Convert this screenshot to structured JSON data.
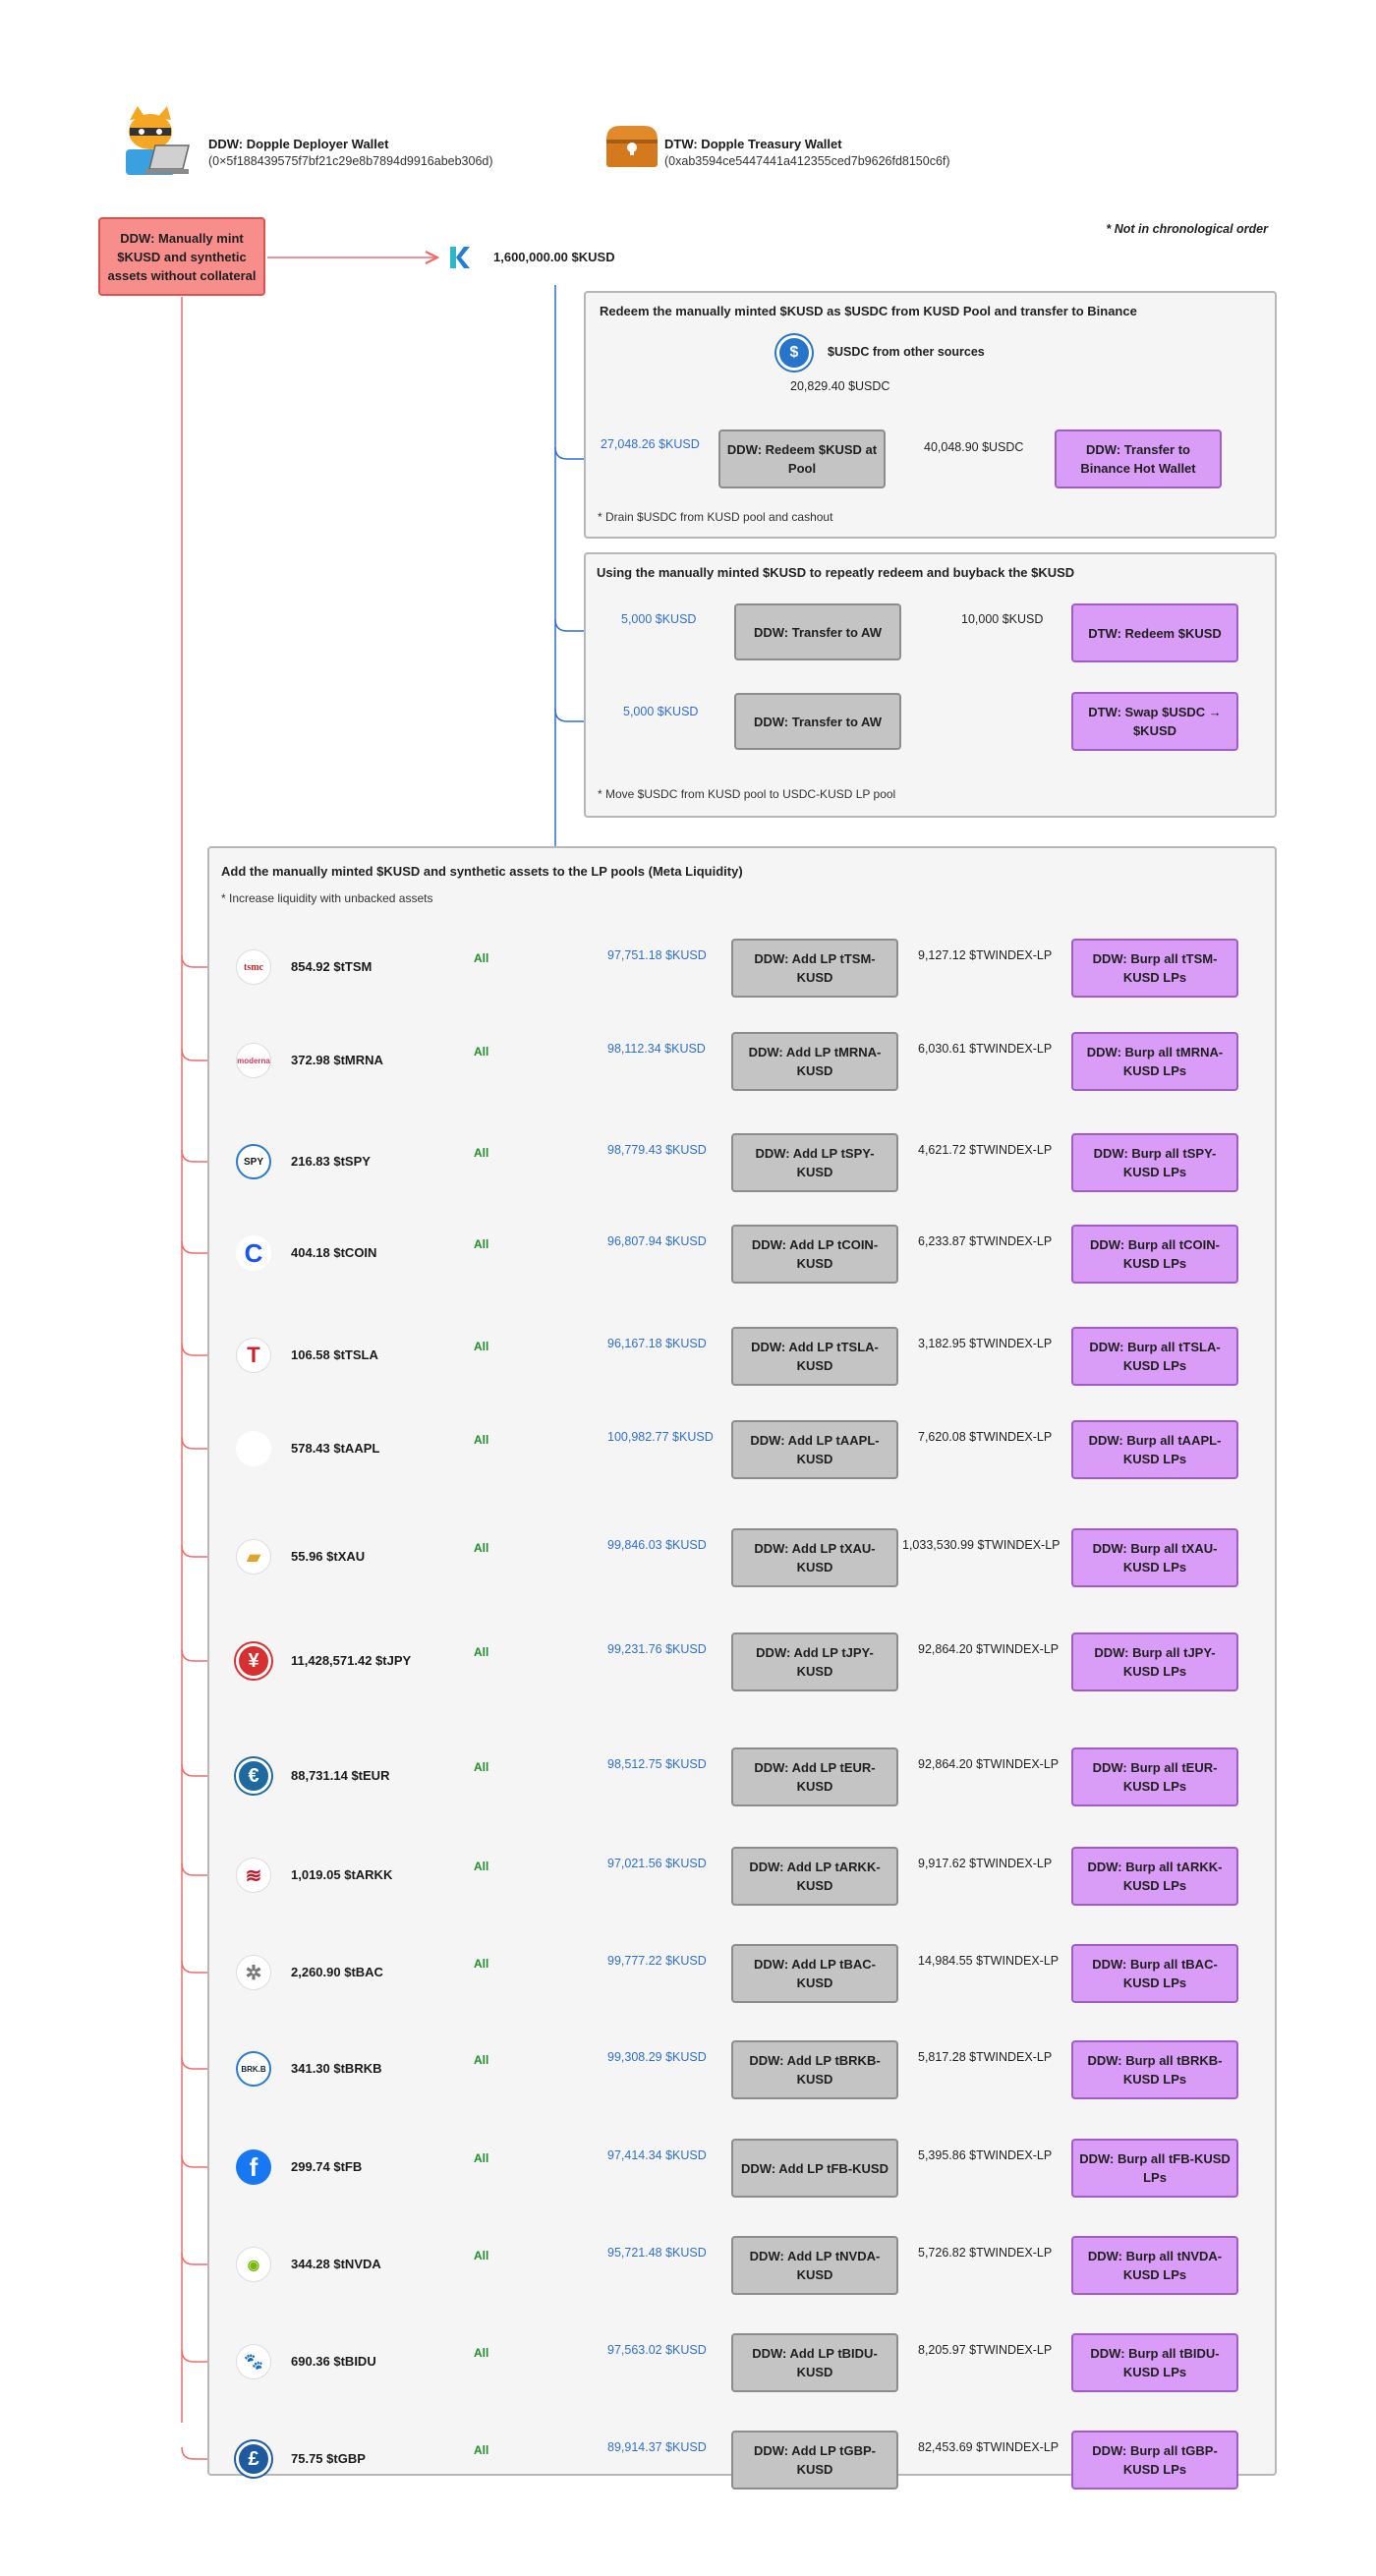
{
  "legend": {
    "ddw_title": "DDW: Dopple Deployer Wallet",
    "ddw_addr": "(0×5f188439575f7bf21c29e8b7894d9916abeb306d)",
    "dtw_title": "DTW: Dopple Treasury Wallet",
    "dtw_addr": "(0xab3594ce5447441a412355ced7b9626fd8150c6f)"
  },
  "order_note": "* Not in chronological order",
  "mint_box": "DDW: Manually mint $KUSD and synthetic assets without collateral",
  "kusd_total": "1,600,000.00 $KUSD",
  "colors": {
    "blue": "#2f6fd3",
    "green": "#1f8f2a",
    "red": "#ef6b6b",
    "purple": "#c07ae0",
    "gray": "#9a9a9a"
  },
  "section1": {
    "title": "Redeem the manually minted $KUSD as $USDC from KUSD Pool and transfer to Binance",
    "usdc_label": "$USDC from other sources",
    "usdc_amount": "20,829.40 $USDC",
    "in_amount": "27,048.26 $KUSD",
    "redeem_box": "DDW: Redeem $KUSD at Pool",
    "out_amount": "40,048.90 $USDC",
    "binance_box": "DDW: Transfer to Binance Hot Wallet",
    "note": "* Drain $USDC from KUSD pool and cashout"
  },
  "section2": {
    "title": "Using the manually minted $KUSD to repeatly redeem and buyback the $KUSD",
    "amount1": "5,000 $KUSD",
    "amount2": "5,000 $KUSD",
    "transfer1": "DDW: Transfer to AW",
    "transfer2": "DDW: Transfer to AW",
    "merged": "10,000 $KUSD",
    "redeem": "DTW: Redeem $KUSD",
    "swap": "DTW: Swap $USDC → $KUSD",
    "note": "* Move $USDC from KUSD pool to USDC-KUSD LP pool"
  },
  "section3": {
    "title": "Add the manually minted $KUSD and synthetic assets to the LP pools (Meta Liquidity)",
    "note": "* Increase liquidity with unbacked assets",
    "all_label": "All",
    "rows": [
      {
        "icon": "tsmc-icon",
        "glyph": "tsmc",
        "amount": "854.92 $tTSM",
        "kusd": "97,751.18 $KUSD",
        "add": "DDW: Add LP tTSM-KUSD",
        "lp": "9,127.12 $TWINDEX-LP",
        "burp": "DDW: Burp all tTSM-KUSD LPs"
      },
      {
        "icon": "moderna-icon",
        "glyph": "moderna",
        "amount": "372.98 $tMRNA",
        "kusd": "98,112.34 $KUSD",
        "add": "DDW: Add LP tMRNA-KUSD",
        "lp": "6,030.61 $TWINDEX-LP",
        "burp": "DDW: Burp all tMRNA-KUSD LPs"
      },
      {
        "icon": "spy-icon",
        "glyph": "SPY",
        "amount": "216.83 $tSPY",
        "kusd": "98,779.43 $KUSD",
        "add": "DDW: Add LP tSPY-KUSD",
        "lp": "4,621.72 $TWINDEX-LP",
        "burp": "DDW: Burp all tSPY-KUSD LPs"
      },
      {
        "icon": "coinbase-icon",
        "glyph": "C",
        "amount": "404.18 $tCOIN",
        "kusd": "96,807.94 $KUSD",
        "add": "DDW: Add LP tCOIN-KUSD",
        "lp": "6,233.87 $TWINDEX-LP",
        "burp": "DDW: Burp all tCOIN-KUSD LPs"
      },
      {
        "icon": "tesla-icon",
        "glyph": "T",
        "amount": "106.58 $tTSLA",
        "kusd": "96,167.18 $KUSD",
        "add": "DDW: Add LP tTSLA-KUSD",
        "lp": "3,182.95 $TWINDEX-LP",
        "burp": "DDW: Burp all tTSLA-KUSD LPs"
      },
      {
        "icon": "apple-icon",
        "glyph": "",
        "amount": "578.43 $tAAPL",
        "kusd": "100,982.77 $KUSD",
        "add": "DDW: Add LP tAAPL-KUSD",
        "lp": "7,620.08 $TWINDEX-LP",
        "burp": "DDW: Burp all tAAPL-KUSD LPs"
      },
      {
        "icon": "gold-icon",
        "glyph": "▰",
        "amount": "55.96 $tXAU",
        "kusd": "99,846.03 $KUSD",
        "add": "DDW: Add LP tXAU-KUSD",
        "lp": "1,033,530.99 $TWINDEX-LP",
        "burp": "DDW: Burp all tXAU-KUSD LPs"
      },
      {
        "icon": "yen-icon",
        "glyph": "¥",
        "amount": "11,428,571.42 $tJPY",
        "kusd": "99,231.76 $KUSD",
        "add": "DDW: Add LP tJPY-KUSD",
        "lp": "92,864.20 $TWINDEX-LP",
        "burp": "DDW: Burp all tJPY-KUSD LPs"
      },
      {
        "icon": "euro-icon",
        "glyph": "€",
        "amount": "88,731.14 $tEUR",
        "kusd": "98,512.75 $KUSD",
        "add": "DDW: Add LP tEUR-KUSD",
        "lp": "92,864.20 $TWINDEX-LP",
        "burp": "DDW: Burp all tEUR-KUSD LPs"
      },
      {
        "icon": "ark-icon",
        "glyph": "≋",
        "amount": "1,019.05 $tARKK",
        "kusd": "97,021.56 $KUSD",
        "add": "DDW: Add LP tARKK-KUSD",
        "lp": "9,917.62 $TWINDEX-LP",
        "burp": "DDW: Burp all tARKK-KUSD LPs"
      },
      {
        "icon": "bac-icon",
        "glyph": "✲",
        "amount": "2,260.90 $tBAC",
        "kusd": "99,777.22 $KUSD",
        "add": "DDW: Add LP tBAC-KUSD",
        "lp": "14,984.55 $TWINDEX-LP",
        "burp": "DDW: Burp all tBAC-KUSD LPs"
      },
      {
        "icon": "brkb-icon",
        "glyph": "BRK.B",
        "amount": "341.30 $tBRKB",
        "kusd": "99,308.29 $KUSD",
        "add": "DDW: Add LP tBRKB-KUSD",
        "lp": "5,817.28 $TWINDEX-LP",
        "burp": "DDW: Burp all tBRKB-KUSD LPs"
      },
      {
        "icon": "facebook-icon",
        "glyph": "f",
        "amount": "299.74 $tFB",
        "kusd": "97,414.34 $KUSD",
        "add": "DDW: Add LP tFB-KUSD",
        "lp": "5,395.86 $TWINDEX-LP",
        "burp": "DDW: Burp all tFB-KUSD LPs"
      },
      {
        "icon": "nvidia-icon",
        "glyph": "◉",
        "amount": "344.28 $tNVDA",
        "kusd": "95,721.48 $KUSD",
        "add": "DDW: Add LP tNVDA-KUSD",
        "lp": "5,726.82 $TWINDEX-LP",
        "burp": "DDW: Burp all tNVDA-KUSD LPs"
      },
      {
        "icon": "baidu-icon",
        "glyph": "🐾",
        "amount": "690.36 $tBIDU",
        "kusd": "97,563.02 $KUSD",
        "add": "DDW: Add LP tBIDU-KUSD",
        "lp": "8,205.97 $TWINDEX-LP",
        "burp": "DDW: Burp all tBIDU-KUSD LPs"
      },
      {
        "icon": "pound-icon",
        "glyph": "£",
        "amount": "75.75 $tGBP",
        "kusd": "89,914.37 $KUSD",
        "add": "DDW: Add LP tGBP-KUSD",
        "lp": "82,453.69 $TWINDEX-LP",
        "burp": "DDW: Burp all tGBP-KUSD LPs"
      }
    ]
  }
}
